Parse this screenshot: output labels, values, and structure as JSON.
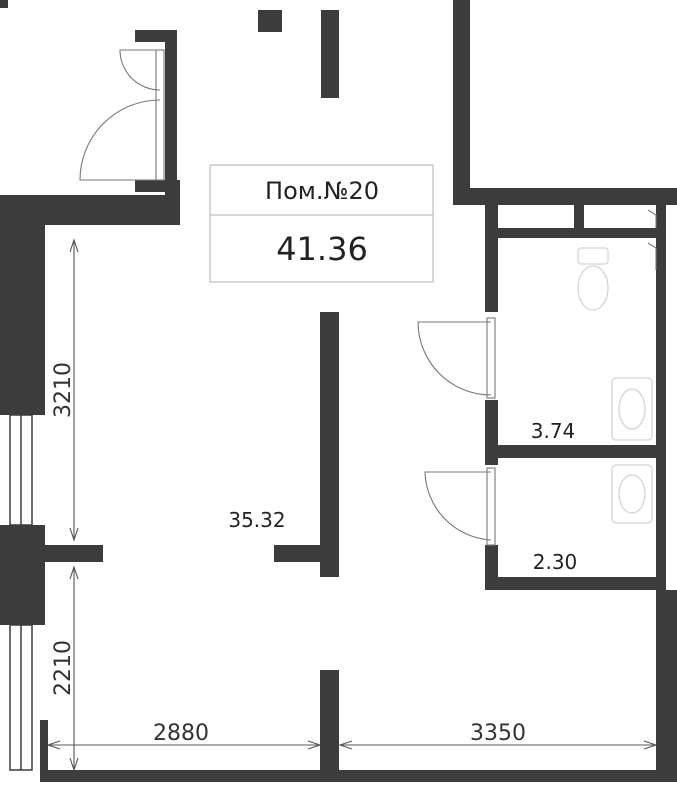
{
  "label_box": {
    "title": "Пом.№20",
    "total_area": "41.36"
  },
  "rooms": {
    "main_area": "35.32",
    "bathroom_area": "3.74",
    "washroom_area": "2.30"
  },
  "dimensions": {
    "height_upper": "3210",
    "height_lower": "2210",
    "width_left": "2880",
    "width_right": "3350"
  },
  "colors": {
    "wall": "#3c3c3c",
    "background": "#ffffff",
    "fixture": "#d4d4d4"
  }
}
